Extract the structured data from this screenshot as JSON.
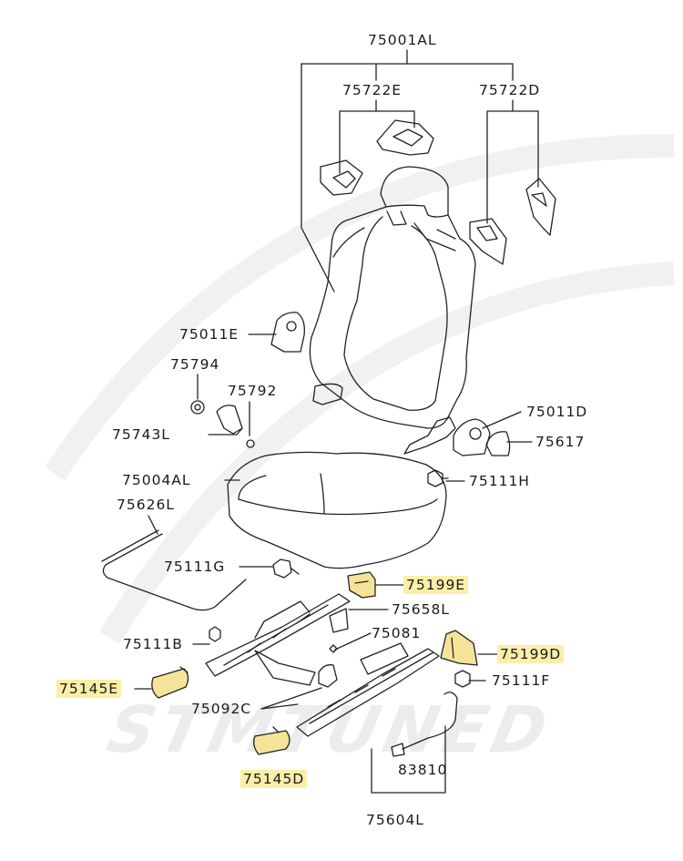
{
  "watermark": {
    "text": "STMTUNED"
  },
  "highlight_color": "#fbeea8",
  "part_color": "#222222",
  "highlight_fill": "#f6e39a",
  "labels": {
    "75001AL": "75001AL",
    "75722E": "75722E",
    "75722D": "75722D",
    "75011E": "75011E",
    "75794": "75794",
    "75792": "75792",
    "75743L": "75743L",
    "75011D": "75011D",
    "75617": "75617",
    "75004AL": "75004AL",
    "75111H": "75111H",
    "75626L": "75626L",
    "75111G": "75111G",
    "75199E": "75199E",
    "75658L": "75658L",
    "75081": "75081",
    "75111B": "75111B",
    "75199D": "75199D",
    "75145E": "75145E",
    "75111F": "75111F",
    "75092C": "75092C",
    "75145D": "75145D",
    "83810": "83810",
    "75604L": "75604L"
  },
  "highlighted_parts": [
    "75199E",
    "75199D",
    "75145E",
    "75145D"
  ]
}
